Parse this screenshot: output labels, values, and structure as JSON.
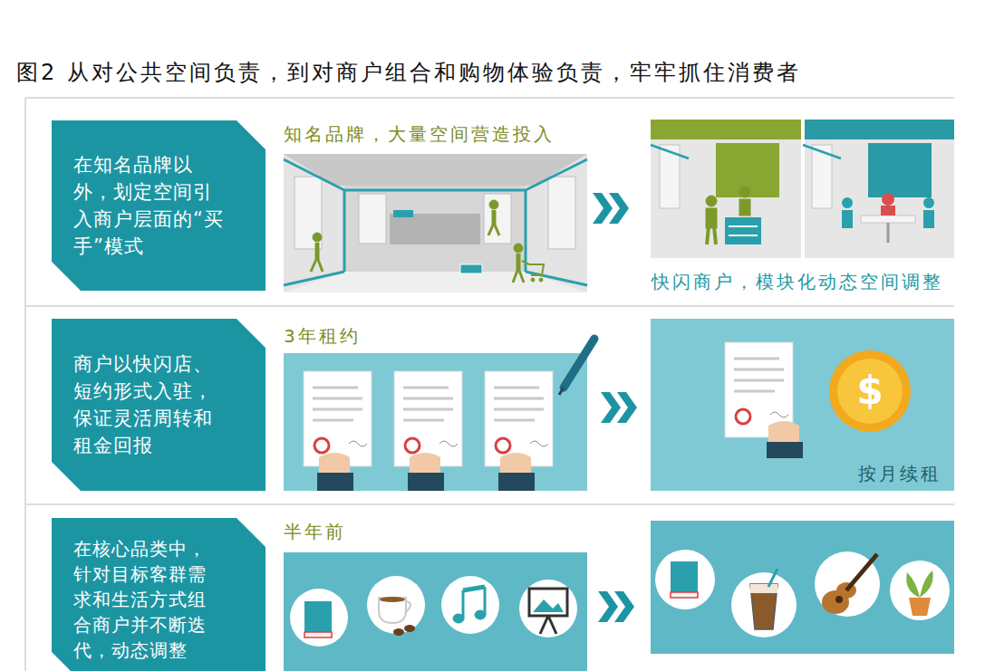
{
  "diagram": {
    "title": "图2 从对公共空间负责，到对商户组合和购物体验负责，牢牢抓住消费者",
    "nodes": [
      {
        "text": [
          "在知名品牌以外，划定空间引入商户层面的“买手”模式"
        ]
      },
      {
        "text": [
          "知名品牌，大量空间营造投入"
        ]
      },
      {
        "text": [
          "快闪商户，模块化动态空间调整"
        ]
      },
      {
        "text": [
          "商户以快闪店、短约形式入驻，保证灵活周转和租金回报"
        ]
      },
      {
        "text": [
          "3年租约"
        ]
      },
      {
        "text": [
          "按月续租"
        ]
      },
      {
        "text": [
          "在核心品类中，针对目标客群需求和生活方式组合商户并不断迭代，动态调整"
        ]
      },
      {
        "text": [
          "半年前"
        ]
      }
    ],
    "edges": [
      {
        "from": 1,
        "to": 2,
        "arrow": "to"
      },
      {
        "from": 4,
        "to": 5,
        "arrow": "to"
      }
    ],
    "labels": [
      "$"
    ]
  }
}
